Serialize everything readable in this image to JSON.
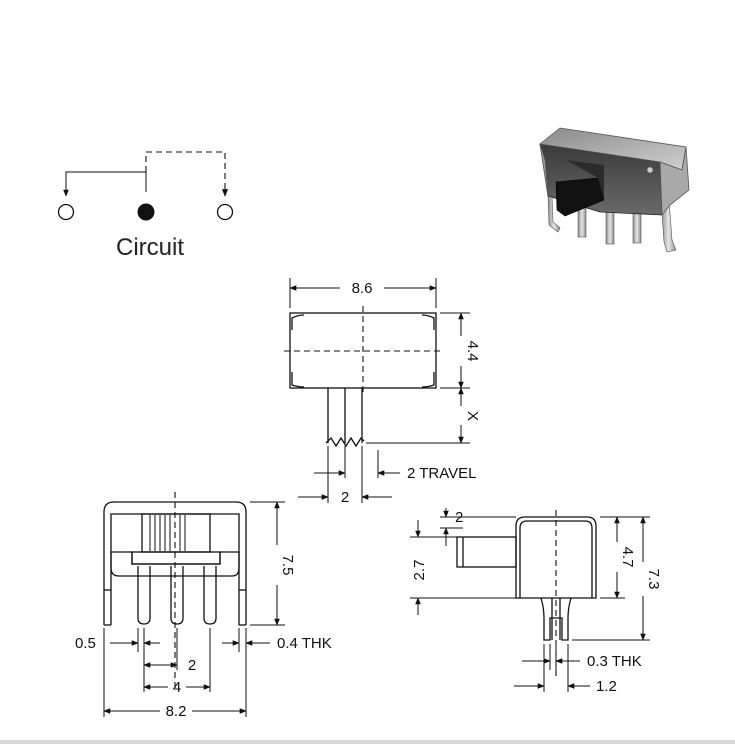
{
  "circuit": {
    "caption": "Circuit"
  },
  "top_view": {
    "width": "8.6",
    "height": "4.4",
    "actuator": "X",
    "travel": "2 TRAVEL",
    "actuator_width": "2"
  },
  "front_view": {
    "height": "7.5",
    "pin_width": "0.5",
    "thickness": "0.4 THK",
    "pitch": "2",
    "outer_pitch": "4",
    "overall_width": "8.2"
  },
  "side_view": {
    "actuator_offset": "2",
    "actuator_height": "2.7",
    "body_height": "4.7",
    "overall_height": "7.3",
    "thickness": "0.3 THK",
    "pin_width": "1.2"
  }
}
